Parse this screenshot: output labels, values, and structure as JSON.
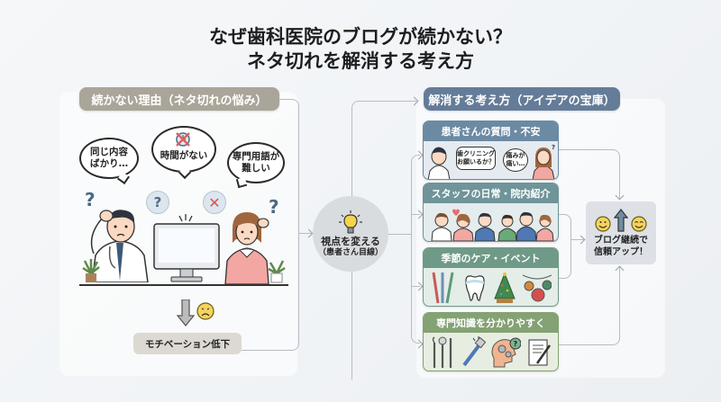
{
  "title": {
    "line1": "なぜ歯科医院のブログが続かない？",
    "line2": "ネタ切れを解消する考え方"
  },
  "colors": {
    "left_header": "#a9a599",
    "right_header": "#647c98",
    "card_patient": "#6c8aa3",
    "card_staff": "#6f949a",
    "card_season": "#6f9a87",
    "card_knowledge": "#84a273",
    "center_circle": "#d9dcdf",
    "result_box": "#dde1e5",
    "motivation_box": "#dcd9d2"
  },
  "left": {
    "header": "続かない理由（ネタ切れの悩み）",
    "bubbles": [
      {
        "line1": "同じ内容",
        "line2": "ばかり…"
      },
      {
        "line1": "時間がない",
        "line2": ""
      },
      {
        "line1": "専門用語が",
        "line2": "難しい"
      }
    ],
    "icons": [
      "question-icon",
      "clock-crossed-icon",
      "x-icon"
    ],
    "result_label": "モチベーション低下"
  },
  "center": {
    "icon": "lightbulb-icon",
    "main": "視点を変える",
    "sub": "（患者さん目線）"
  },
  "right": {
    "header": "解消する考え方（アイデアの宝庫）",
    "cards": [
      {
        "title": "患者さんの質問・不安",
        "bubble1_l1": "歯クリニング",
        "bubble1_l2": "お願いるか？",
        "bubble2_l1": "痛みが",
        "bubble2_l2": "痛い…"
      },
      {
        "title": "スタッフの日常・院内紹介"
      },
      {
        "title": "季節のケア・イベント"
      },
      {
        "title": "専門知識を分かりやすく"
      }
    ]
  },
  "result": {
    "line1": "ブログ継続で",
    "line2": "信頼アップ！"
  }
}
